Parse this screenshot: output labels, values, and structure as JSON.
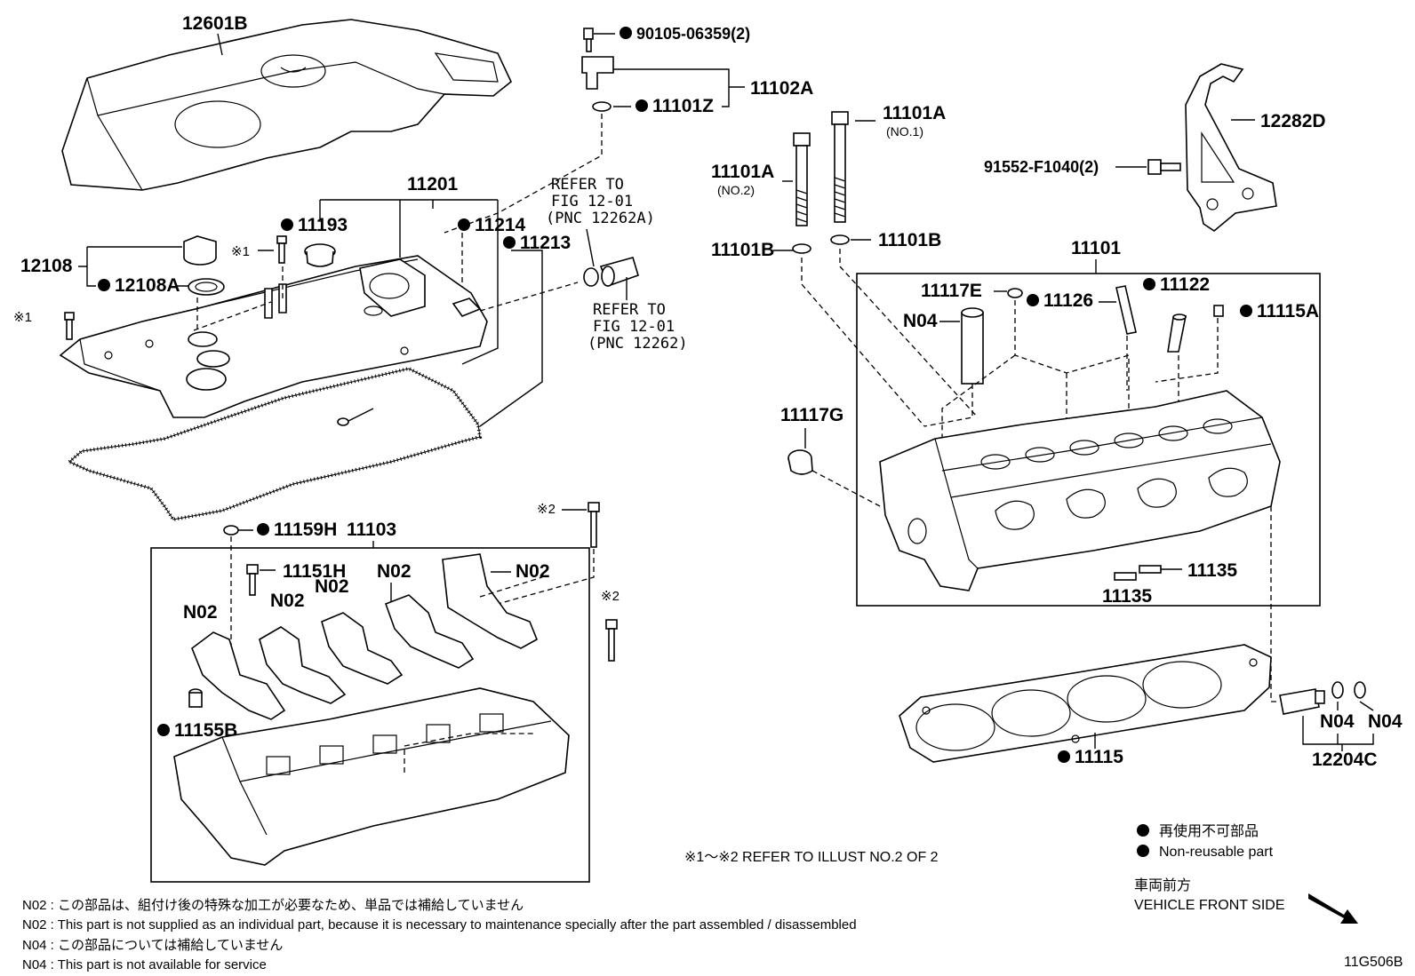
{
  "labels": {
    "p12601B": "12601B",
    "p90105": "90105-06359(2)",
    "p11102A": "11102A",
    "p11101Z": "11101Z",
    "p11201": "11201",
    "p11193": "11193",
    "p11214": "11214",
    "p11213": "11213",
    "p12108": "12108",
    "p12108A": "12108A",
    "mark1a": "※1",
    "mark1b": "※1",
    "p11101A_1": "11101A",
    "p11101A_1_sub": "(NO.1)",
    "p11101A_2": "11101A",
    "p11101A_2_sub": "(NO.2)",
    "p11101B_l": "11101B",
    "p11101B_r": "11101B",
    "p12282D": "12282D",
    "p91552": "91552-F1040(2)",
    "p11101": "11101",
    "p11117E": "11117E",
    "p11126": "11126",
    "p11122": "11122",
    "p11115A": "11115A",
    "pN04_top": "N04",
    "p11117G": "11117G",
    "p11135_a": "11135",
    "p11135_b": "11135",
    "p11159H": "11159H",
    "p11103": "11103",
    "p11151H": "11151H",
    "pN02_a": "N02",
    "pN02_b": "N02",
    "pN02_c": "N02",
    "pN02_d": "N02",
    "pN02_e": "N02",
    "p11155B": "11155B",
    "mark2a": "※2",
    "mark2b": "※2",
    "p11115": "11115",
    "pN04_a": "N04",
    "pN04_b": "N04",
    "p12204C": "12204C"
  },
  "refer": {
    "top_line1": "REFER TO",
    "top_line2": "FIG 12-01",
    "top_line3": "(PNC 12262A)",
    "bot_line1": "REFER TO",
    "bot_line2": "FIG 12-01",
    "bot_line3": "(PNC 12262)"
  },
  "illust_note": "※1～※2  REFER TO ILLUST NO.2 OF 2",
  "legend": {
    "jp": "再使用不可部品",
    "en": "Non-reusable part",
    "front_jp": "車両前方",
    "front_en": "VEHICLE FRONT SIDE"
  },
  "notes": {
    "n1": "N02 : この部品は、組付け後の特殊な加工が必要なため、単品では補給していません",
    "n2": "N02 : This part is not supplied as an individual part, because it is necessary to maintenance specially after the part assembled / disassembled",
    "n3": "N04 : この部品については補給していません",
    "n4": "N04 : This part is not available for service"
  },
  "figure_id": "11G506B"
}
